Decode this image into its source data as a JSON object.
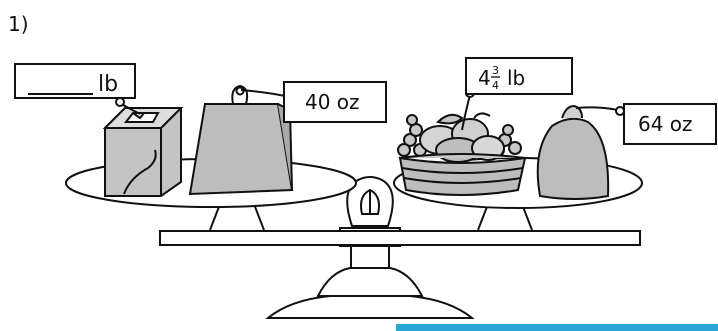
{
  "problem": {
    "number": "1)"
  },
  "tags": {
    "box": {
      "unit": "lb"
    },
    "bag": {
      "text": "40 oz"
    },
    "basket": {
      "whole": "4",
      "numerator": "3",
      "denominator": "4",
      "unit": "lb"
    },
    "sack": {
      "text": "64 oz"
    }
  },
  "colors": {
    "ink": "#111111",
    "fill_gray": "#bdbdbd",
    "accent_bar": "#2aa7d6"
  }
}
